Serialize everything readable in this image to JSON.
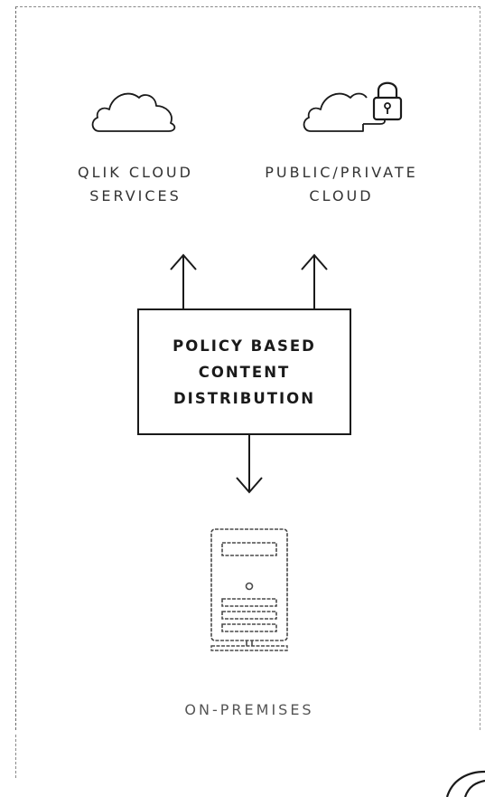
{
  "nodes": {
    "qlik_cloud": {
      "line1": "QLIK CLOUD",
      "line2": "SERVICES",
      "icon": "cloud-icon"
    },
    "public_private_cloud": {
      "line1": "PUBLIC/PRIVATE",
      "line2": "CLOUD",
      "icon": "cloud-lock-icon"
    },
    "policy": {
      "line1": "POLICY BASED",
      "line2": "CONTENT",
      "line3": "DISTRIBUTION"
    },
    "on_premises": {
      "label": "ON-PREMISES",
      "icon": "server-icon"
    }
  },
  "edges": [
    {
      "from": "policy",
      "to": "qlik_cloud",
      "direction": "up"
    },
    {
      "from": "policy",
      "to": "public_private_cloud",
      "direction": "up"
    },
    {
      "from": "policy",
      "to": "on_premises",
      "direction": "down"
    }
  ],
  "colors": {
    "stroke": "#1a1a1a",
    "label": "#333333",
    "frame": "#6a6a6a"
  }
}
